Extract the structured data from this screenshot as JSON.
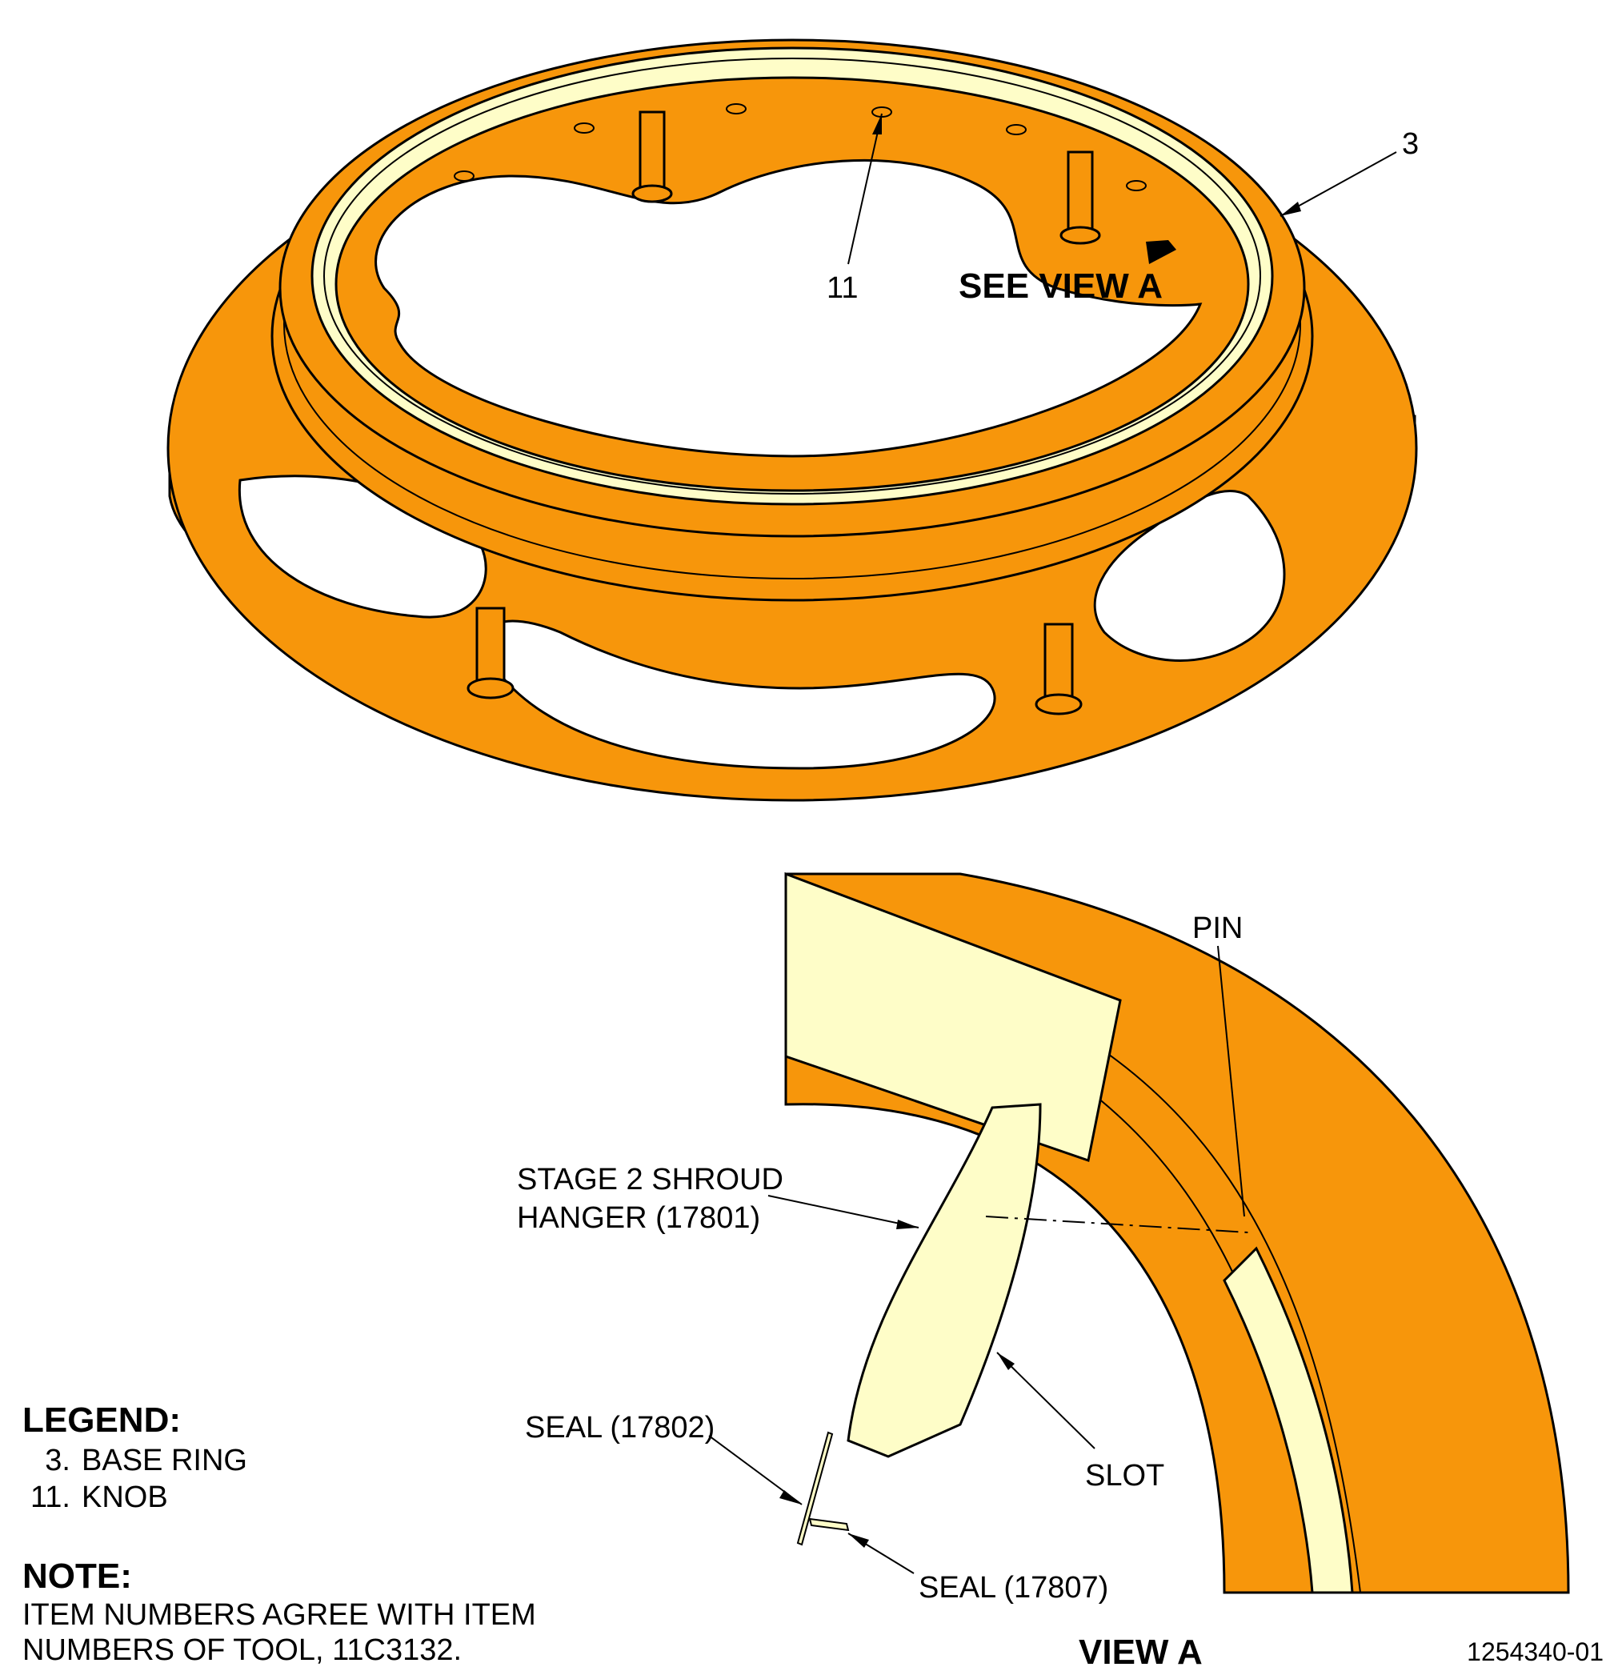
{
  "callouts": {
    "base_ring_number": "3",
    "knob_number": "11",
    "see_view": "SEE VIEW A",
    "pin": "PIN",
    "stage2_line1": "STAGE 2 SHROUD",
    "stage2_line2": "HANGER (17801)",
    "seal_17802": "SEAL (17802)",
    "slot": "SLOT",
    "seal_17807": "SEAL (17807)"
  },
  "legend": {
    "title": "LEGEND:",
    "items": [
      {
        "number": "3.",
        "label": "BASE RING"
      },
      {
        "number": "11.",
        "label": "KNOB"
      }
    ]
  },
  "note": {
    "title": "NOTE:",
    "line1": "ITEM NUMBERS AGREE WITH ITEM",
    "line2": "NUMBERS OF TOOL, 11C3132."
  },
  "view_title": "VIEW A",
  "figure_id": "1254340-01",
  "colors": {
    "base_ring": "#f7960b",
    "shroud": "#fefdc8",
    "outline": "#000000"
  }
}
